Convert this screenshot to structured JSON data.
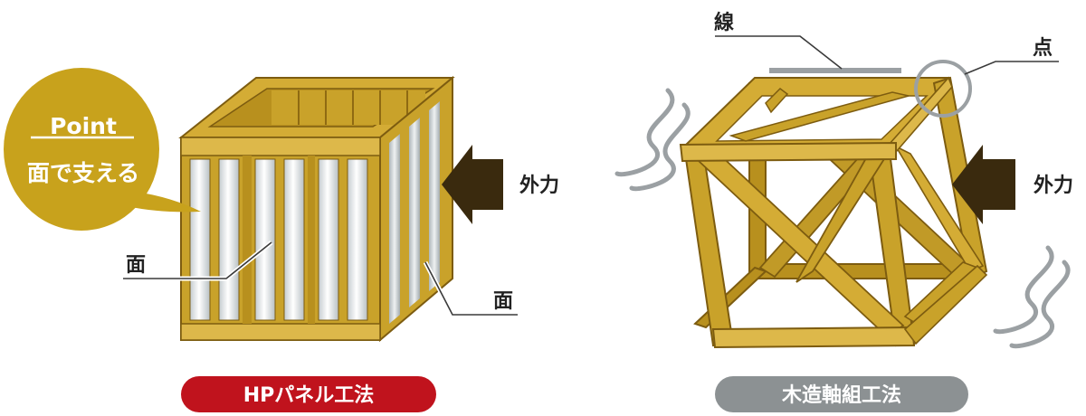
{
  "callout": {
    "heading": "Point",
    "text": "面で支える"
  },
  "left": {
    "label_face_front": "面",
    "label_face_side": "面",
    "label_force": "外力",
    "caption": "HPパネル工法"
  },
  "right": {
    "label_line": "線",
    "label_point": "点",
    "label_force": "外力",
    "caption": "木造軸組工法"
  },
  "colors": {
    "wood": "#C9A22A",
    "wood_dark": "#8F6A12",
    "wood_light": "#DDB84A",
    "callout": "#C8A21C",
    "arrow": "#3A2A0E",
    "caption_left": "#C0131D",
    "caption_right": "#8C9193",
    "panel": "#DCE1E4",
    "accent_gray": "#9BA0A3"
  }
}
